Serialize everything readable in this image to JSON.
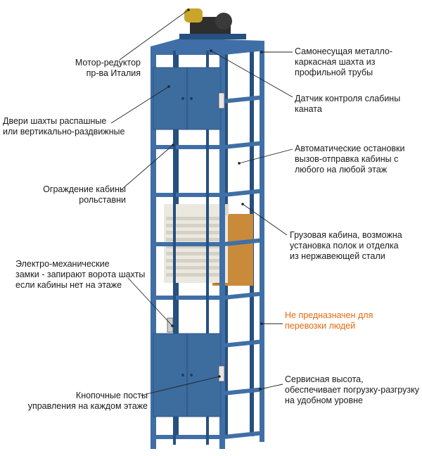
{
  "colors": {
    "frame": "#3f6fa6",
    "frame_dark": "#26507f",
    "door": "#3d6c9f",
    "cabin_orange": "#c98a3a",
    "shutter": "#ebe8df",
    "motor": "#2e2e2e",
    "warning_text": "#e8690f",
    "leader_line": "#222222"
  },
  "labels": {
    "motor": "Мотор-редуктор\nпр-ва Италия",
    "shaft_doors": "Двери шахты распашные\nили вертикально-раздвижные",
    "cabin_guard": "Ограждение кабины\nрольставни",
    "locks": "Электро-механические\nзамки - запирают ворота шахты\nесли кабины нет на этаже",
    "call_posts": "Кнопочные посты\nуправления на каждом этаже",
    "frame_shaft": "Самонесущая металло-\nкаркасная шахта из\nпрофильной трубы",
    "slack_sensor": "Датчик контроля слабины\nканата",
    "auto_stops": "Автоматические остановки\nвызов-отправка кабины с\nлюбого на любой этаж",
    "cargo_cabin": "Грузовая кабина, возможна\nустановка полок и отделка\nиз нержавеющей стали",
    "warning": "Не предназначен для\nперевозки людей",
    "service_height": "Сервисная высота,\nобеспечивает погрузку-разгрузку\nна удобном уровне"
  },
  "icons": {
    "motor": "gear-motor-icon",
    "cabin": "cargo-cabin-icon"
  }
}
